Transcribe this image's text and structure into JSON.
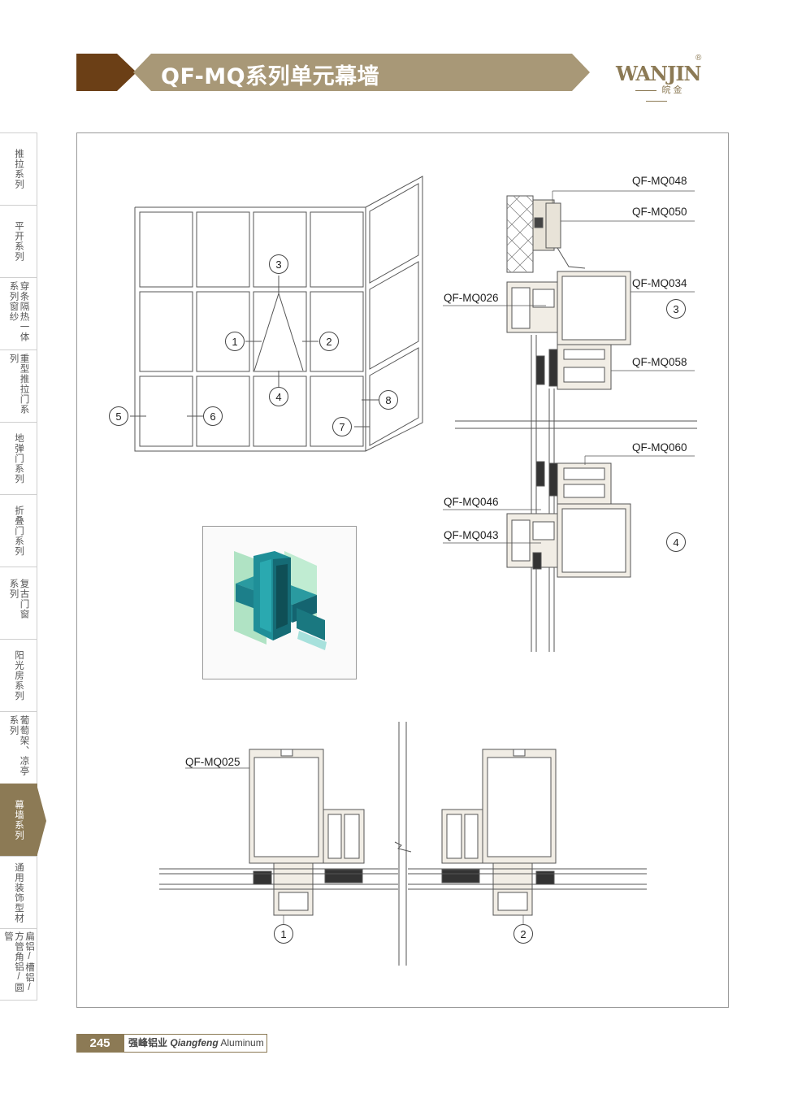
{
  "header": {
    "title": "QF-MQ系列单元幕墙"
  },
  "logo": {
    "main": "WANJIN",
    "reg": "®",
    "sub": "皖 金"
  },
  "sidebar": {
    "items": [
      {
        "label": "推拉系列"
      },
      {
        "label": "平开系列"
      },
      {
        "label": "穿条隔热一体系列窗纱"
      },
      {
        "label": "重型推拉门系列"
      },
      {
        "label": "地弹门系列"
      },
      {
        "label": "折叠门系列"
      },
      {
        "label": "复古门窗系列"
      },
      {
        "label": "阳光房系列"
      },
      {
        "label": "葡萄架、凉亭系列"
      },
      {
        "label": "幕墙系列"
      },
      {
        "label": "通用装饰型材"
      },
      {
        "label": "扁铝/槽铝/方管角铝/圆管"
      }
    ],
    "active_index": 9
  },
  "elevation": {
    "markers": [
      "1",
      "2",
      "3",
      "4",
      "5",
      "6",
      "7",
      "8"
    ]
  },
  "section_labels": {
    "mq048": "QF-MQ048",
    "mq050": "QF-MQ050",
    "mq034": "QF-MQ034",
    "mq026": "QF-MQ026",
    "mq058": "QF-MQ058",
    "mq060": "QF-MQ060",
    "mq046": "QF-MQ046",
    "mq043": "QF-MQ043",
    "mq025": "QF-MQ025",
    "circle3": "3",
    "circle4": "4",
    "circle1": "1",
    "circle2": "2"
  },
  "footer": {
    "page": "245",
    "brand_cn": "强峰铝业",
    "brand_en1": "Qiangfeng",
    "brand_en2": " Aluminum"
  },
  "colors": {
    "accent": "#8c7a55",
    "brown": "#6b3f16",
    "banner": "#a89877"
  }
}
